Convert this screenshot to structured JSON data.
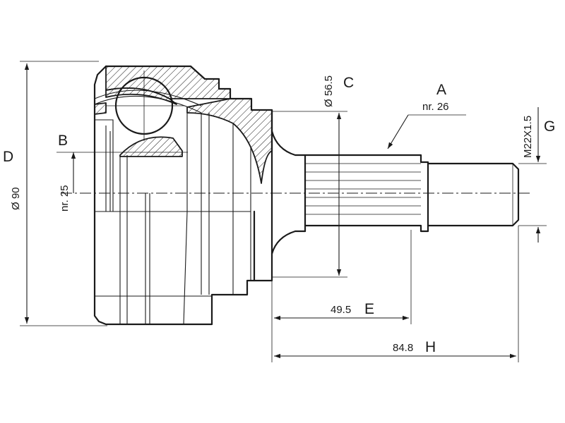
{
  "dimensions": {
    "A": {
      "letter": "A",
      "value": "nr. 26"
    },
    "B": {
      "letter": "B",
      "value": "nr. 25"
    },
    "C": {
      "letter": "C",
      "value": "Ø 56.5"
    },
    "D": {
      "letter": "D",
      "value": "Ø 90"
    },
    "E": {
      "letter": "E",
      "value": "49.5"
    },
    "G": {
      "letter": "G",
      "value": "M22X1.5"
    },
    "H": {
      "letter": "H",
      "value": "84.8"
    }
  }
}
